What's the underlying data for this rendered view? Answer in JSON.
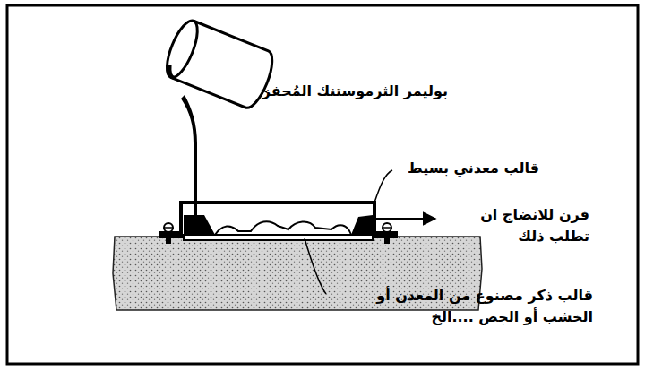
{
  "diagram": {
    "labels": [
      "بوليمر الثرموستنك المُحفز",
      "قالب معدني بسيط",
      "فرن للانضاج ان تطلب ذلك",
      "قالب ذكر مصنوع من المعدن أو الخشب أو الجص ....الخ"
    ]
  }
}
